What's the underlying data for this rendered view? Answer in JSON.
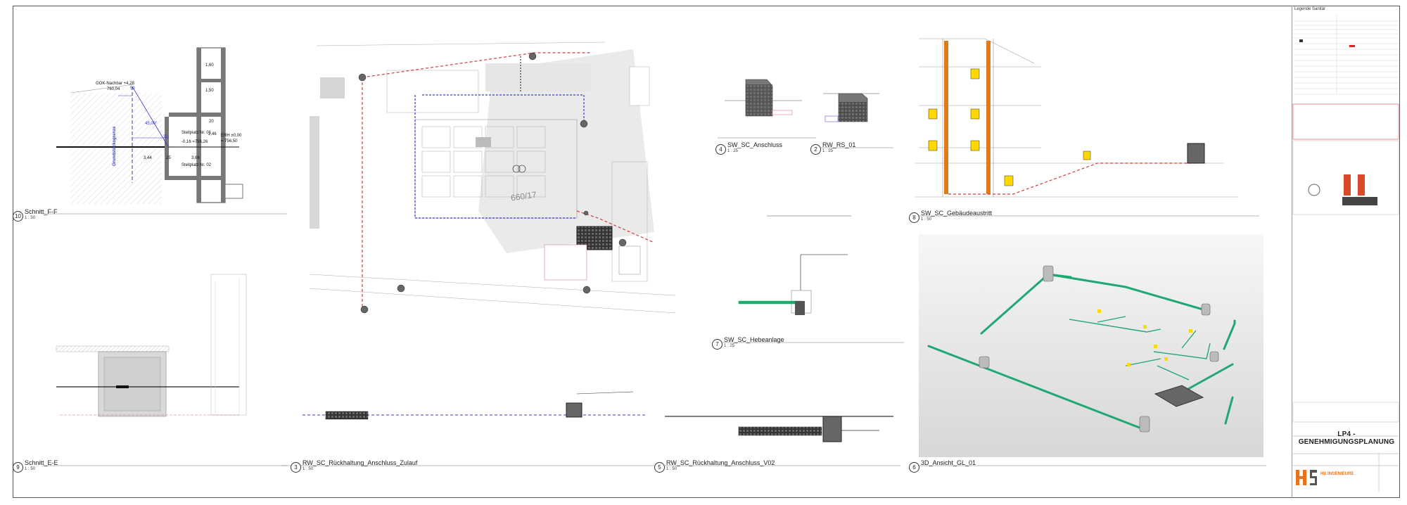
{
  "views": [
    {
      "num": "10",
      "title": "Schnitt_F-F",
      "scale": "1 : 50"
    },
    {
      "num": "9",
      "title": "Schnitt_E-E",
      "scale": "1 : 50"
    },
    {
      "num": "3",
      "title": "RW_SC_Rückhaltung_Anschluss_Zulauf",
      "scale": "1 : 50"
    },
    {
      "num": "5",
      "title": "RW_SC_Rückhaltung_Anschluss_V02",
      "scale": "1 : 50"
    },
    {
      "num": "4",
      "title": "SW_SC_Anschluss",
      "scale": "1 : 25"
    },
    {
      "num": "2",
      "title": "RW_RS_01",
      "scale": "1 : 25"
    },
    {
      "num": "7",
      "title": "SW_SC_Hebeanlage",
      "scale": "1 : 25"
    },
    {
      "num": "8",
      "title": "SW_SC_Gebäudeaustritt",
      "scale": "1 : 50"
    },
    {
      "num": "6",
      "title": "3D_Ansicht_GL_01",
      "scale": ""
    }
  ],
  "section_ff": {
    "gok_label": "GOK-Nachbar +4,28",
    "gok_value": "760,04",
    "dim_50": "50",
    "angle": "45,00°",
    "dim_30": "30",
    "stellplatz_1": "Stellplatz Nr. 01",
    "stellplatz_1_elev": "-0,16 =756,26",
    "stellplatz_2": "Stellplatz Nr. 02",
    "dim_344": "3,44",
    "dim_25": "25",
    "dim_366": "3,66",
    "dim_246": "2,46",
    "erh_label": "ERH ±0,00",
    "erh_value": "= 756,50",
    "dim_160": "1,60",
    "dim_150": "1,50",
    "dim_20": "20",
    "boundary": "Grundstücksgrenze"
  },
  "site_plan": {
    "parcel": "660/17"
  },
  "title_block": {
    "legend_title": "Legende Sanitär",
    "phase": "LP4 - GENEHMIGUNGSPLANUNG",
    "company": "HS INGENIEURE"
  },
  "colors": {
    "sewer_green": "#1fa874",
    "pipe_orange": "#e07a1a",
    "storm_blue": "#3a3ac8",
    "red_dash": "#d83a3a",
    "logo_orange": "#e8731c"
  }
}
